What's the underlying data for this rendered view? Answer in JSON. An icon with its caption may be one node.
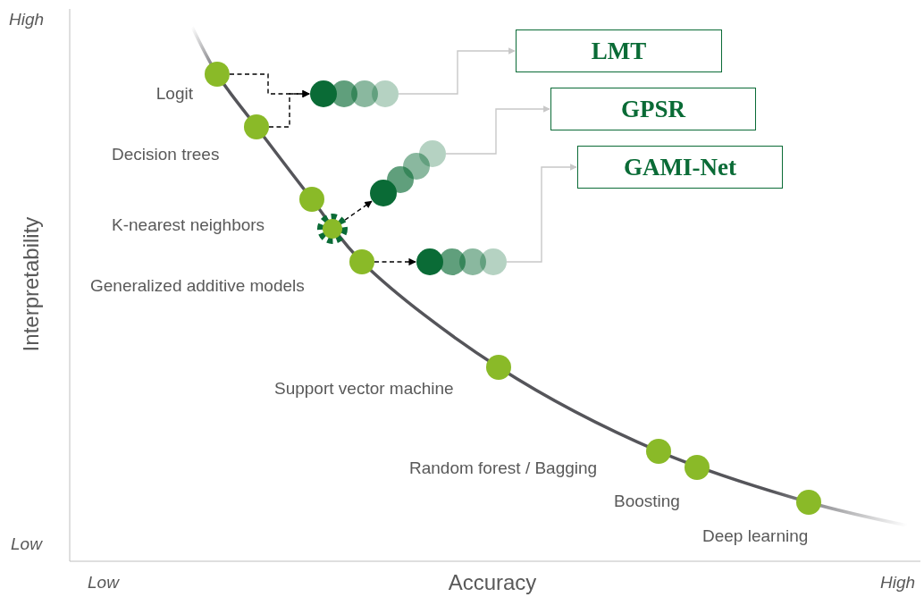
{
  "diagram": {
    "nodes": [
      {
        "text": [],
        "shape": "circle",
        "beside": [
          "Logit"
        ]
      },
      {
        "text": [],
        "shape": "circle",
        "beside": [
          "Decision trees"
        ]
      },
      {
        "text": [],
        "shape": "circle",
        "beside": [
          "K-nearest neighbors"
        ]
      },
      {
        "text": [],
        "shape": "circle",
        "beside": [
          "Generalized additive models"
        ]
      },
      {
        "text": [],
        "shape": "circle",
        "beside": [
          "Support vector machine"
        ]
      },
      {
        "text": [],
        "shape": "circle",
        "beside": [
          "Random forest / Bagging"
        ]
      },
      {
        "text": [],
        "shape": "circle",
        "beside": [
          "Boosting"
        ]
      },
      {
        "text": [],
        "shape": "circle",
        "beside": [
          "Deep learning"
        ]
      },
      {
        "text": [],
        "shape": "gear"
      },
      {
        "text": [],
        "shape": "circle"
      },
      {
        "text": [],
        "shape": "circle"
      },
      {
        "text": [],
        "shape": "circle"
      },
      {
        "text": [
          "LMT"
        ]
      },
      {
        "text": [
          "GPSR"
        ]
      },
      {
        "text": [
          "GAMI-Net"
        ]
      }
    ],
    "edges": [
      {
        "from": 0,
        "to": 9,
        "arrow": "to",
        "style": "dashed"
      },
      {
        "from": 1,
        "to": 9,
        "arrow": "to",
        "style": "dashed"
      },
      {
        "from": 8,
        "to": 10,
        "arrow": "to",
        "style": "dashed"
      },
      {
        "from": 3,
        "to": 11,
        "arrow": "to",
        "style": "dashed"
      },
      {
        "from": 9,
        "to": 12,
        "arrow": "to",
        "color": "#c8c8c8"
      },
      {
        "from": 10,
        "to": 13,
        "arrow": "to",
        "color": "#c8c8c8"
      },
      {
        "from": 11,
        "to": 14,
        "arrow": "to",
        "color": "#c8c8c8"
      }
    ],
    "labels": [
      "High",
      "Interpretability",
      "Low",
      "Low",
      "Accuracy",
      "High"
    ]
  }
}
